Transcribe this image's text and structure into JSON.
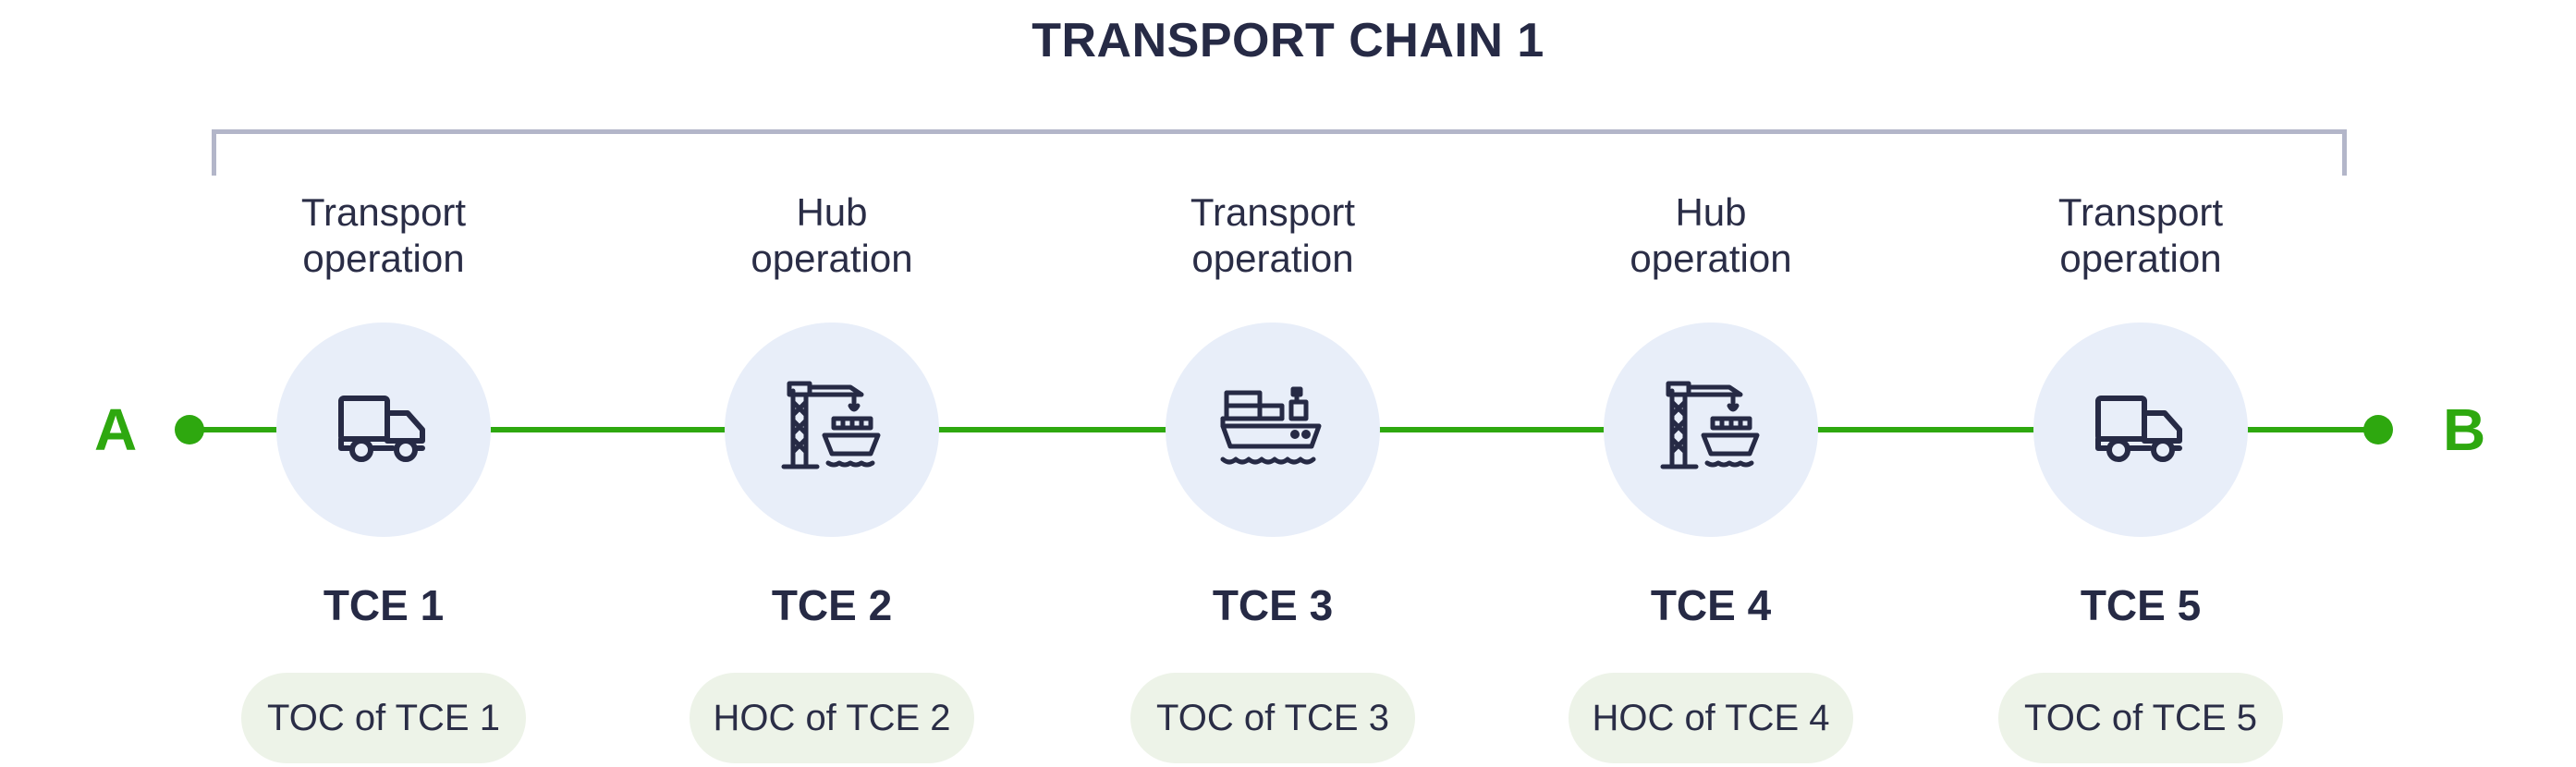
{
  "title": "TRANSPORT CHAIN 1",
  "endpoints": {
    "start": "A",
    "end": "B"
  },
  "colors": {
    "accent_green": "#2ea80f",
    "text_dark": "#262a45",
    "bracket_gray": "#b3b6c9",
    "circle_fill": "#e8eef9",
    "pill_fill": "#edf3e8"
  },
  "stages": [
    {
      "op_line1": "Transport",
      "op_line2": "operation",
      "icon": "truck-icon",
      "tce": "TCE 1",
      "pill": "TOC of TCE 1"
    },
    {
      "op_line1": "Hub",
      "op_line2": "operation",
      "icon": "port-crane-icon",
      "tce": "TCE 2",
      "pill": "HOC of TCE 2"
    },
    {
      "op_line1": "Transport",
      "op_line2": "operation",
      "icon": "cargo-ship-icon",
      "tce": "TCE 3",
      "pill": "TOC of TCE 3"
    },
    {
      "op_line1": "Hub",
      "op_line2": "operation",
      "icon": "port-crane-icon",
      "tce": "TCE 4",
      "pill": "HOC of TCE 4"
    },
    {
      "op_line1": "Transport",
      "op_line2": "operation",
      "icon": "truck-icon",
      "tce": "TCE 5",
      "pill": "TOC of TCE 5"
    }
  ]
}
